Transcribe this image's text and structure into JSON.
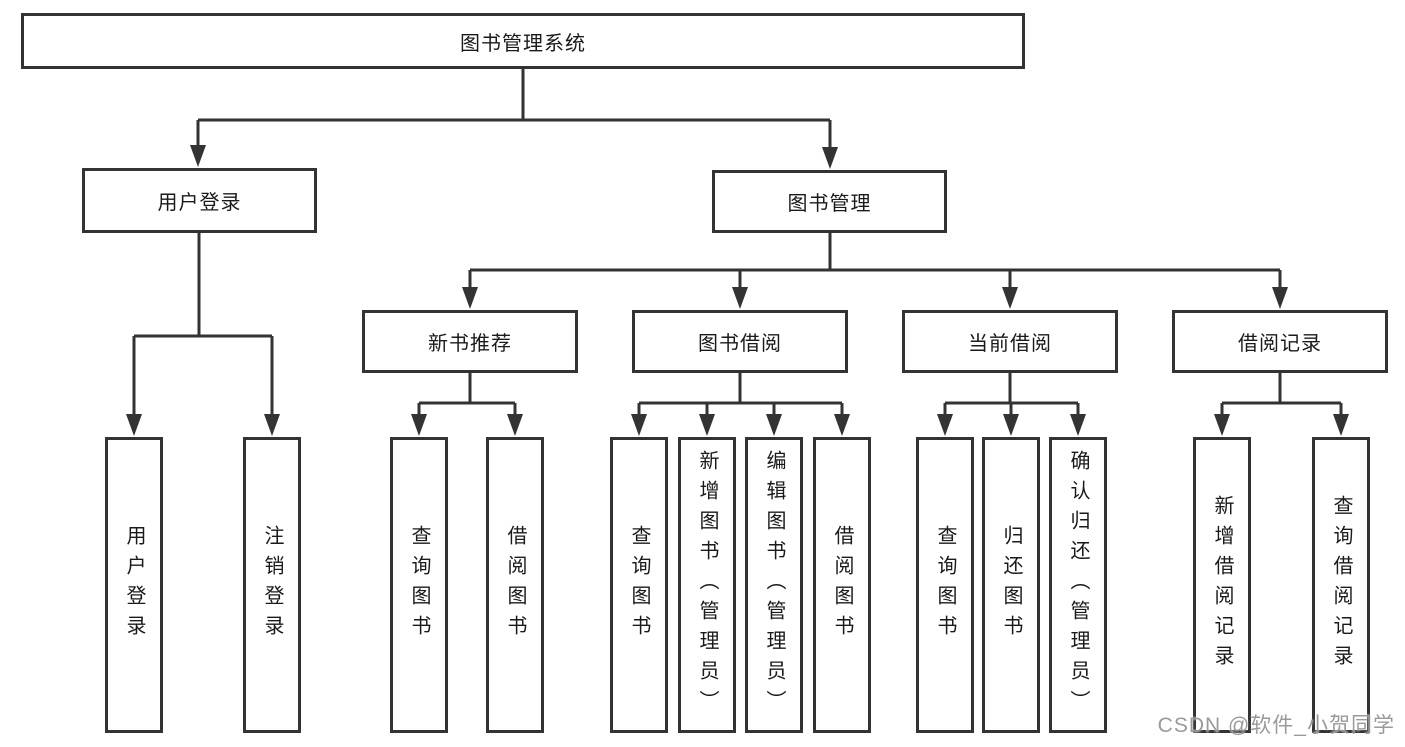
{
  "tree": {
    "root": {
      "label": "图书管理系统",
      "children": [
        {
          "label": "用户登录",
          "children": [
            {
              "label": "用户登录"
            },
            {
              "label": "注销登录"
            }
          ]
        },
        {
          "label": "图书管理",
          "children": [
            {
              "label": "新书推荐",
              "children": [
                {
                  "label": "查询图书"
                },
                {
                  "label": "借阅图书"
                }
              ]
            },
            {
              "label": "图书借阅",
              "children": [
                {
                  "label": "查询图书"
                },
                {
                  "label": "新增图书（管理员）"
                },
                {
                  "label": "编辑图书（管理员）"
                },
                {
                  "label": "借阅图书"
                }
              ]
            },
            {
              "label": "当前借阅",
              "children": [
                {
                  "label": "查询图书"
                },
                {
                  "label": "归还图书"
                },
                {
                  "label": "确认归还（管理员）"
                }
              ]
            },
            {
              "label": "借阅记录",
              "children": [
                {
                  "label": "新增借阅记录"
                },
                {
                  "label": "查询借阅记录"
                }
              ]
            }
          ]
        }
      ]
    }
  },
  "watermark": {
    "text": "CSDN @软件_小贺同学"
  },
  "colors": {
    "line": "#333333",
    "text": "#1a1a1a",
    "background": "#ffffff",
    "watermark": "#919191"
  }
}
